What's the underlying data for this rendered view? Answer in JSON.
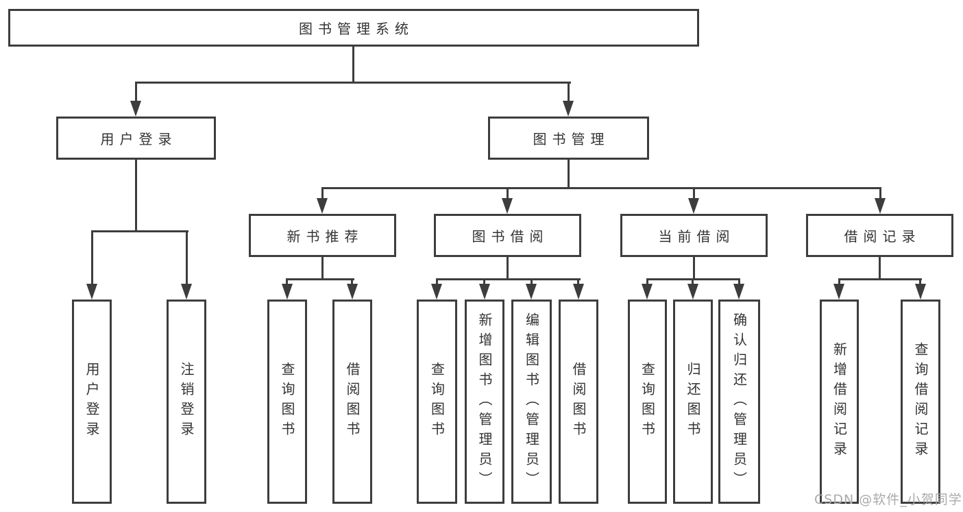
{
  "diagram_title": "图书管理系统",
  "watermark": "CSDN @软件_小贺同学",
  "colors": {
    "line": "#3d3d3d",
    "text": "#333333",
    "watermark": "#aaaaaa",
    "background": "#ffffff"
  },
  "tree": {
    "label": "图书管理系统",
    "children": [
      {
        "label": "用户登录",
        "children": [
          {
            "label": "用户登录"
          },
          {
            "label": "注销登录"
          }
        ]
      },
      {
        "label": "图书管理",
        "children": [
          {
            "label": "新书推荐",
            "children": [
              {
                "label": "查询图书"
              },
              {
                "label": "借阅图书"
              }
            ]
          },
          {
            "label": "图书借阅",
            "children": [
              {
                "label": "查询图书"
              },
              {
                "label": "新增图书（管理员）"
              },
              {
                "label": "编辑图书（管理员）"
              },
              {
                "label": "借阅图书"
              }
            ]
          },
          {
            "label": "当前借阅",
            "children": [
              {
                "label": "查询图书"
              },
              {
                "label": "归还图书"
              },
              {
                "label": "确认归还（管理员）"
              }
            ]
          },
          {
            "label": "借阅记录",
            "children": [
              {
                "label": "新增借阅记录"
              },
              {
                "label": "查询借阅记录"
              }
            ]
          }
        ]
      }
    ]
  }
}
